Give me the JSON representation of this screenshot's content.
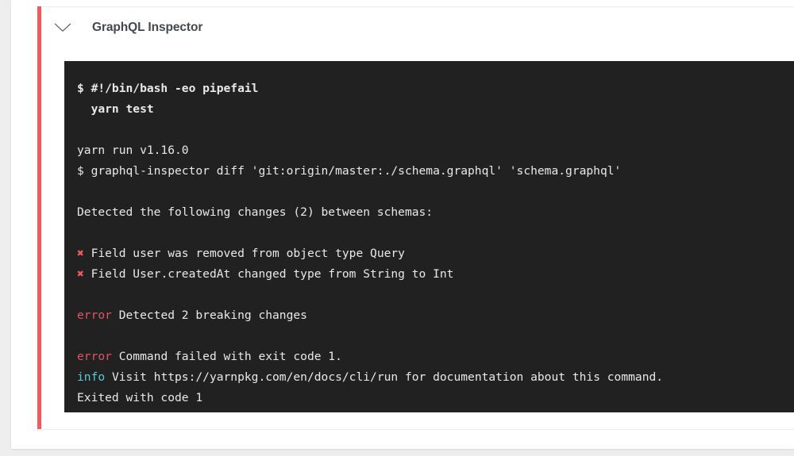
{
  "theme": {
    "page_background": "#eeeeee",
    "card_background": "#ffffff",
    "status_bar_color": "#ef5b5b",
    "terminal_background": "#212121",
    "terminal_text": "#e9e9e9",
    "error_color": "#e05561",
    "info_color": "#5bc8d8",
    "error_mark_color": "#f15b5b",
    "title_color": "#44484c"
  },
  "step": {
    "title": "GraphQL Inspector",
    "collapse_icon": "chevron-down-icon",
    "status": "failed"
  },
  "terminal": {
    "lines": [
      {
        "id": "cmd-shebang",
        "bold": true,
        "segments": [
          {
            "kind": "plain",
            "text": "$ #!/bin/bash -eo pipefail"
          }
        ]
      },
      {
        "id": "cmd-yarn-test",
        "bold": true,
        "segments": [
          {
            "kind": "plain",
            "text": "  yarn test"
          }
        ]
      },
      {
        "id": "blank-1",
        "blank": true,
        "segments": []
      },
      {
        "id": "yarn-version",
        "segments": [
          {
            "kind": "plain",
            "text": "yarn run v1.16.0"
          }
        ]
      },
      {
        "id": "inspector-diff",
        "segments": [
          {
            "kind": "plain",
            "text": "$ graphql-inspector diff 'git:origin/master:./schema.graphql' 'schema.graphql'"
          }
        ]
      },
      {
        "id": "blank-2",
        "blank": true,
        "segments": []
      },
      {
        "id": "detected-changes",
        "segments": [
          {
            "kind": "plain",
            "text": "Detected the following changes (2) between schemas:"
          }
        ]
      },
      {
        "id": "blank-3",
        "blank": true,
        "segments": []
      },
      {
        "id": "change-1",
        "segments": [
          {
            "kind": "error-mark",
            "text": "✖"
          },
          {
            "kind": "plain",
            "text": " Field user was removed from object type Query"
          }
        ]
      },
      {
        "id": "change-2",
        "segments": [
          {
            "kind": "error-mark",
            "text": "✖"
          },
          {
            "kind": "plain",
            "text": " Field User.createdAt changed type from String to Int"
          }
        ]
      },
      {
        "id": "blank-4",
        "blank": true,
        "segments": []
      },
      {
        "id": "error-breaking",
        "segments": [
          {
            "kind": "error",
            "text": "error"
          },
          {
            "kind": "plain",
            "text": " Detected 2 breaking changes"
          }
        ]
      },
      {
        "id": "blank-5",
        "blank": true,
        "segments": []
      },
      {
        "id": "error-exit",
        "segments": [
          {
            "kind": "error",
            "text": "error"
          },
          {
            "kind": "plain",
            "text": " Command failed with exit code 1."
          }
        ]
      },
      {
        "id": "info-visit",
        "segments": [
          {
            "kind": "info",
            "text": "info"
          },
          {
            "kind": "plain",
            "text": " Visit https://yarnpkg.com/en/docs/cli/run for documentation about this command."
          }
        ]
      },
      {
        "id": "exited",
        "segments": [
          {
            "kind": "plain",
            "text": "Exited with code 1"
          }
        ]
      }
    ]
  }
}
